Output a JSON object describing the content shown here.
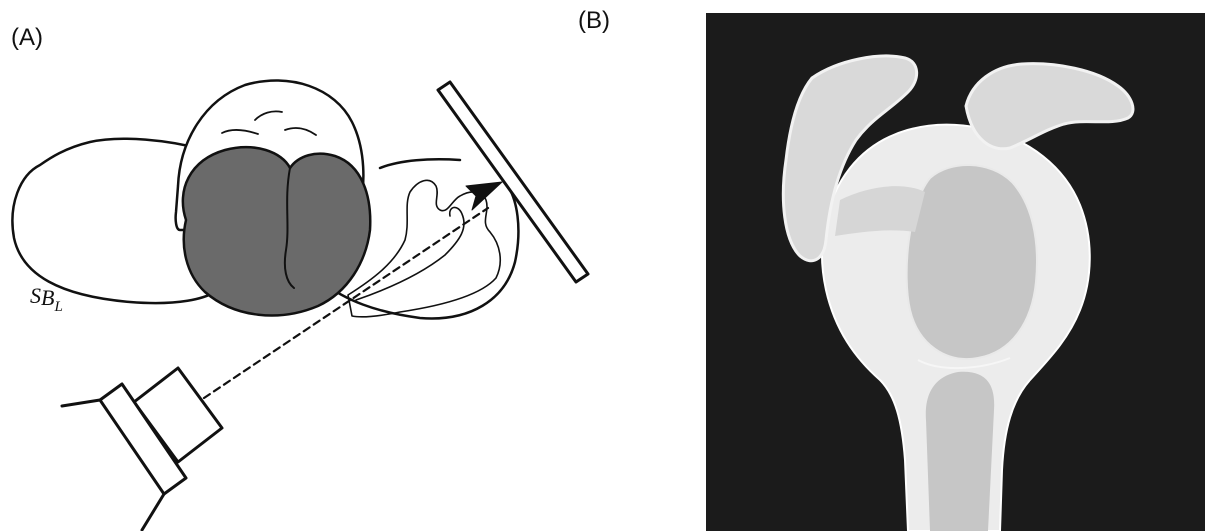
{
  "panels": {
    "a": {
      "label": "(A)"
    },
    "b": {
      "label": "(B)"
    }
  },
  "annotation": {
    "s": "S",
    "b": "B",
    "l": "L"
  },
  "colors": {
    "ink": "#111111",
    "dark_fill": "#6a6a6a",
    "xray_background": "#1b1b1b",
    "bone_light": "#ececec",
    "bone_mid": "#c6c6c6",
    "bone_dense": "#d6d6d6"
  }
}
